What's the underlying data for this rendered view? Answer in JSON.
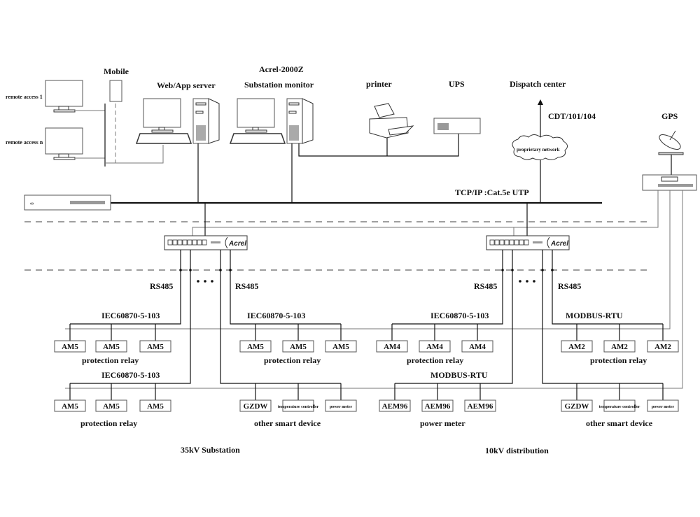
{
  "top": {
    "mobile": "Mobile",
    "web_server": "Web/App server",
    "monitor_line1": "Acrel-2000Z",
    "monitor_line2": "Substation monitor",
    "printer": "printer",
    "ups": "UPS",
    "dispatch": "Dispatch center",
    "protocol": "CDT/101/104",
    "cloud": "proprietary network",
    "gps": "GPS",
    "remote1": "remote access 1",
    "remoten": "remote access n",
    "bus": "TCP/IP :Cat.5e UTP",
    "switch_brand": "Acrel"
  },
  "left": {
    "rs485_a": "RS485",
    "rs485_b": "RS485",
    "groups": [
      {
        "protocol": "IEC60870-5-103",
        "devices": [
          "AM5",
          "AM5",
          "AM5"
        ],
        "caption": "protection relay"
      },
      {
        "protocol": "IEC60870-5-103",
        "devices": [
          "AM5",
          "AM5",
          "AM5"
        ],
        "caption": "protection relay"
      },
      {
        "protocol": "IEC60870-5-103",
        "devices": [
          "AM5",
          "AM5",
          "AM5"
        ],
        "caption": "protection relay"
      },
      {
        "protocol": "",
        "devices": [
          "GZDW",
          "temperature controller",
          "power meter"
        ],
        "caption": "other smart device"
      }
    ],
    "title": "35kV Substation"
  },
  "right": {
    "rs485_a": "RS485",
    "rs485_b": "RS485",
    "groups": [
      {
        "protocol": "IEC60870-5-103",
        "devices": [
          "AM4",
          "AM4",
          "AM4"
        ],
        "caption": "protection relay"
      },
      {
        "protocol": "MODBUS-RTU",
        "devices": [
          "AM2",
          "AM2",
          "AM2"
        ],
        "caption": "protection relay"
      },
      {
        "protocol": "MODBUS-RTU",
        "devices": [
          "AEM96",
          "AEM96",
          "AEM96"
        ],
        "caption": "power meter"
      },
      {
        "protocol": "",
        "devices": [
          "GZDW",
          "temperature controller",
          "power meter"
        ],
        "caption": "other smart device"
      }
    ],
    "title": "10kV distribution"
  }
}
